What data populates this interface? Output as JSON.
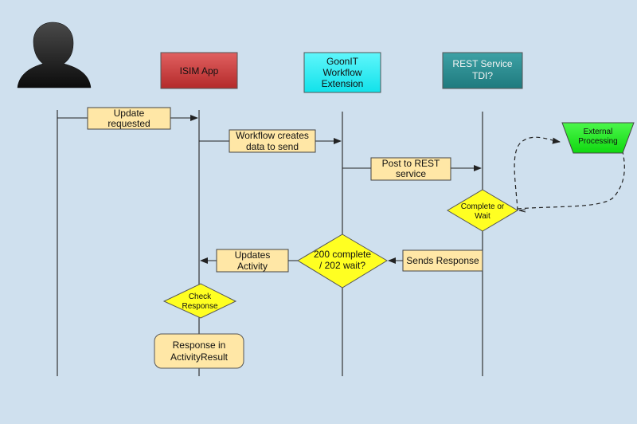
{
  "colors": {
    "background": "#cfe0ee",
    "note_fill": "#ffe7a6",
    "decision_fill": "#ffff22",
    "isim_fill": "#c83a3a",
    "goonit_fill": "#22f0f6",
    "rest_fill": "#2a8a8e",
    "external_fill": "#19f019"
  },
  "actors": {
    "user_icon": "user-silhouette-icon",
    "isim": {
      "lines": [
        "ISIM App"
      ]
    },
    "goonit": {
      "lines": [
        "GoonIT",
        "Workflow",
        "Extension"
      ]
    },
    "rest": {
      "lines": [
        "REST Service",
        "TDI?"
      ]
    }
  },
  "messages": {
    "update_requested": [
      "Update",
      "requested"
    ],
    "workflow_creates": [
      "Workflow creates",
      "data to send"
    ],
    "post_to_rest": [
      "Post to REST",
      "service"
    ],
    "sends_response": [
      "Sends Response"
    ],
    "updates_activity": [
      "Updates",
      "Activity"
    ]
  },
  "decisions": {
    "complete_or_wait": [
      "Complete or",
      "Wait"
    ],
    "status_codes": [
      "200 complete",
      "/ 202 wait?"
    ],
    "check_response": [
      "Check",
      "Response"
    ]
  },
  "external": {
    "lines": [
      "External",
      "Processing"
    ]
  },
  "result": {
    "lines": [
      "Response in",
      "ActivityResult"
    ]
  }
}
